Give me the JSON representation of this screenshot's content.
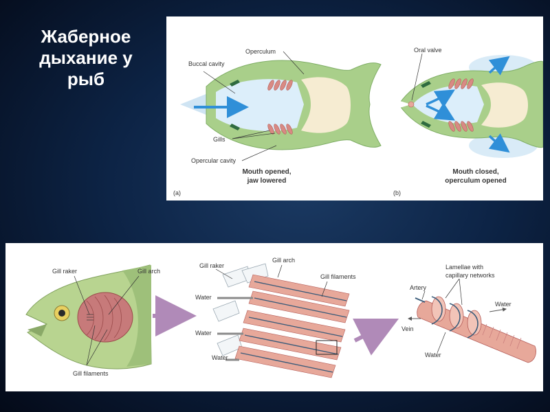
{
  "slide": {
    "title": "Жаберное дыхание у рыб"
  },
  "diagram_a": {
    "panel_label": "(a)",
    "labels": {
      "operculum": "Operculum",
      "buccal_cavity": "Buccal cavity",
      "gills": "Gills",
      "opercular_cavity": "Opercular cavity"
    },
    "caption_line1": "Mouth opened,",
    "caption_line2": "jaw lowered"
  },
  "diagram_b": {
    "panel_label": "(b)",
    "labels": {
      "oral_valve": "Oral valve"
    },
    "caption_line1": "Mouth closed,",
    "caption_line2": "operculum opened"
  },
  "gill_head": {
    "labels": {
      "gill_raker": "Gill raker",
      "gill_arch": "Gill arch",
      "gill_filaments": "Gill filaments"
    }
  },
  "gill_detail": {
    "labels": {
      "gill_raker": "Gill raker",
      "gill_arch": "Gill arch",
      "gill_filaments": "Gill filaments",
      "water_1": "Water",
      "water_2": "Water",
      "water_3": "Water"
    }
  },
  "lamellae": {
    "labels": {
      "lamellae_line1": "Lamellae with",
      "lamellae_line2": "capillary networks",
      "artery": "Artery",
      "vein": "Vein",
      "water_1": "Water",
      "water_2": "Water"
    }
  },
  "colors": {
    "flow_arrow": "#2f8fd8",
    "fish_body": "#a9cf8a",
    "gill_red": "#c24a4a",
    "lamella_pink": "#e7a89a",
    "transition_arrow": "#b08ab8"
  }
}
